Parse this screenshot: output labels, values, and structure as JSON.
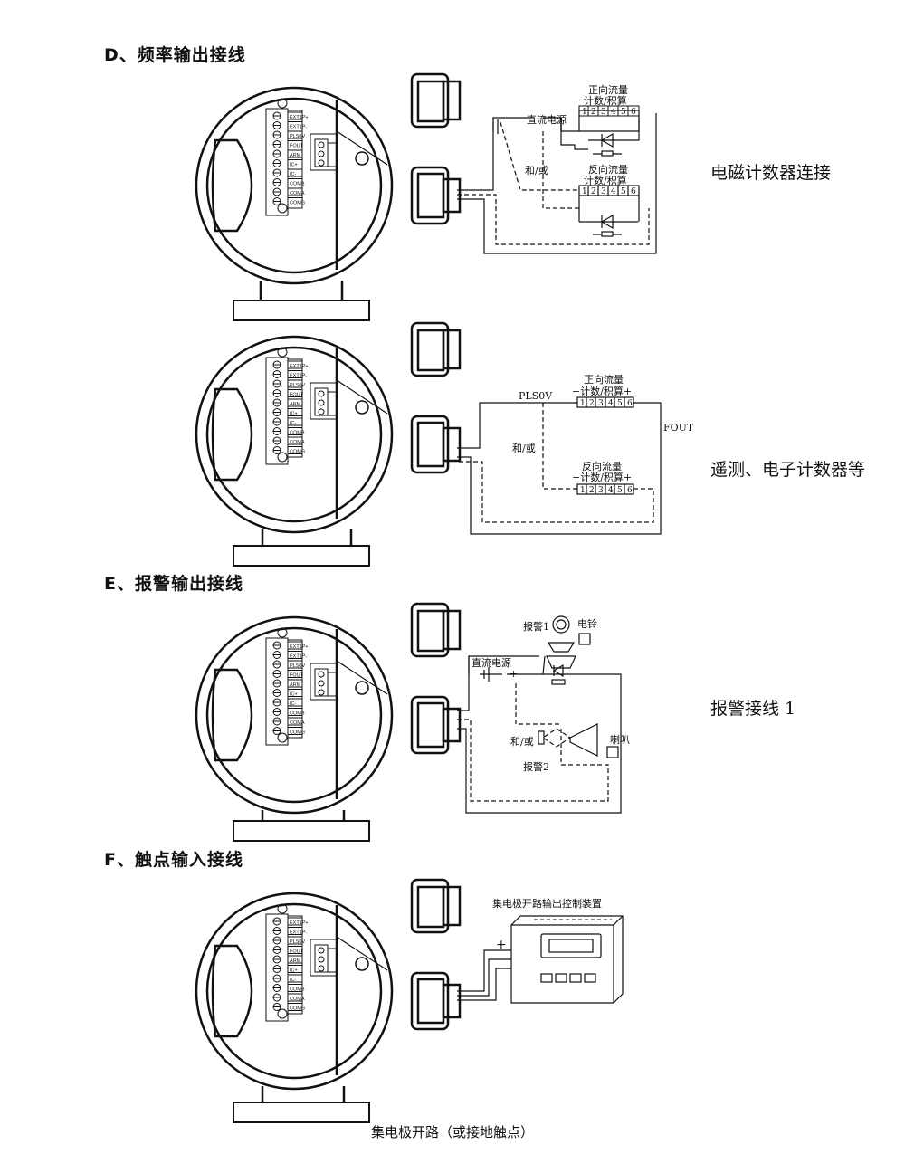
{
  "sections": {
    "d_heading": "D、频率输出接线",
    "e_heading": "E、报警输出接线",
    "f_heading": "F、触点输入接线"
  },
  "side_labels": {
    "em_counter": "电磁计数器连接",
    "telemetry": "遥测、电子计数器等",
    "alarm1": "报警接线 1"
  },
  "diagram1": {
    "forward": "正向流量",
    "calc": "计数/积算",
    "reverse": "反向流量",
    "dc_power": "直流电源",
    "andor": "和/或",
    "digits": [
      "1",
      "2",
      "3",
      "4",
      "5",
      "6"
    ]
  },
  "diagram2": {
    "pls0v": "PLS0V",
    "fout": "FOUT",
    "forward": "正向流量",
    "calc_pm": "−计数/积算+",
    "reverse": "反向流量",
    "andor": "和/或"
  },
  "diagram3": {
    "alarm1": "报警1",
    "bell": "电铃",
    "dc_power": "直流电源",
    "plus": "+",
    "andor": "和/或",
    "horn": "喇叭",
    "alarm2": "报警2"
  },
  "diagram4": {
    "device": "集电极开路输出控制装置",
    "plus": "+"
  },
  "caption": "集电极开路（或接地触点）",
  "terminal_labels": [
    "EXT1P+",
    "EXT1P-",
    "PLS0V",
    "FOUT",
    "ARM",
    "IC+",
    "IC-",
    "COMB",
    "COMA",
    "COMG"
  ]
}
